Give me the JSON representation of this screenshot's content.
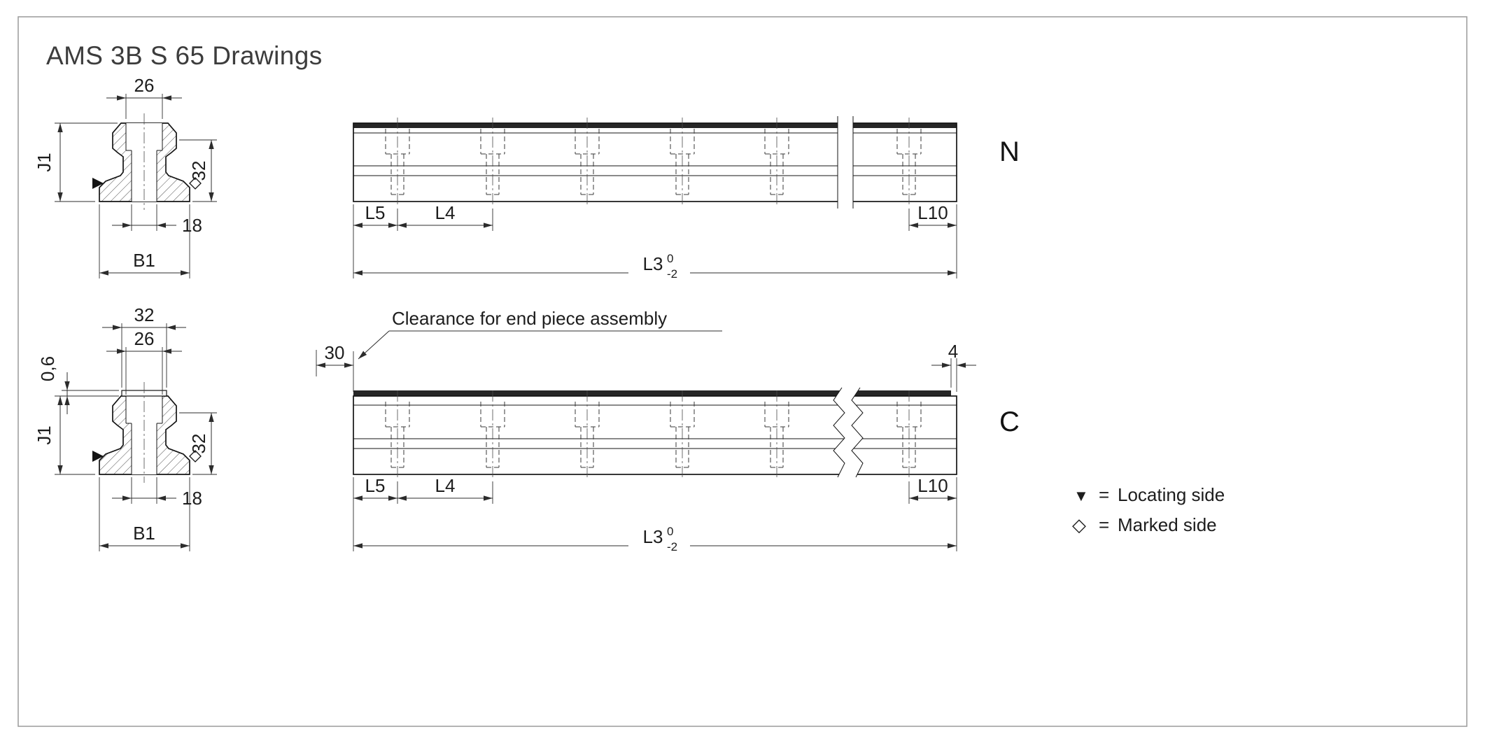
{
  "page": {
    "title": "AMS 3B S 65 Drawings"
  },
  "rail_n": {
    "label": "N",
    "section": {
      "dim_26": "26",
      "dim_j1": "J1",
      "dim_32": "32",
      "dim_18": "18",
      "dim_b1": "B1"
    },
    "side": {
      "dim_l5": "L5",
      "dim_l4": "L4",
      "dim_l10": "L10",
      "dim_l3": "L3",
      "dim_l3_sup": "0",
      "dim_l3_sub": "-2"
    }
  },
  "rail_c": {
    "label": "C",
    "note": "Clearance for end piece assembly",
    "section": {
      "dim_32_top": "32",
      "dim_26": "26",
      "dim_0_6": "0,6",
      "dim_j1": "J1",
      "dim_32": "32",
      "dim_18": "18",
      "dim_b1": "B1"
    },
    "side": {
      "dim_30": "30",
      "dim_4": "4",
      "dim_l5": "L5",
      "dim_l4": "L4",
      "dim_l10": "L10",
      "dim_l3": "L3",
      "dim_l3_sup": "0",
      "dim_l3_sub": "-2"
    }
  },
  "legend": {
    "locating": {
      "symbol": "▼",
      "separator": "=",
      "label": "Locating side"
    },
    "marked": {
      "symbol": "◇",
      "separator": "=",
      "label": "Marked side"
    }
  }
}
